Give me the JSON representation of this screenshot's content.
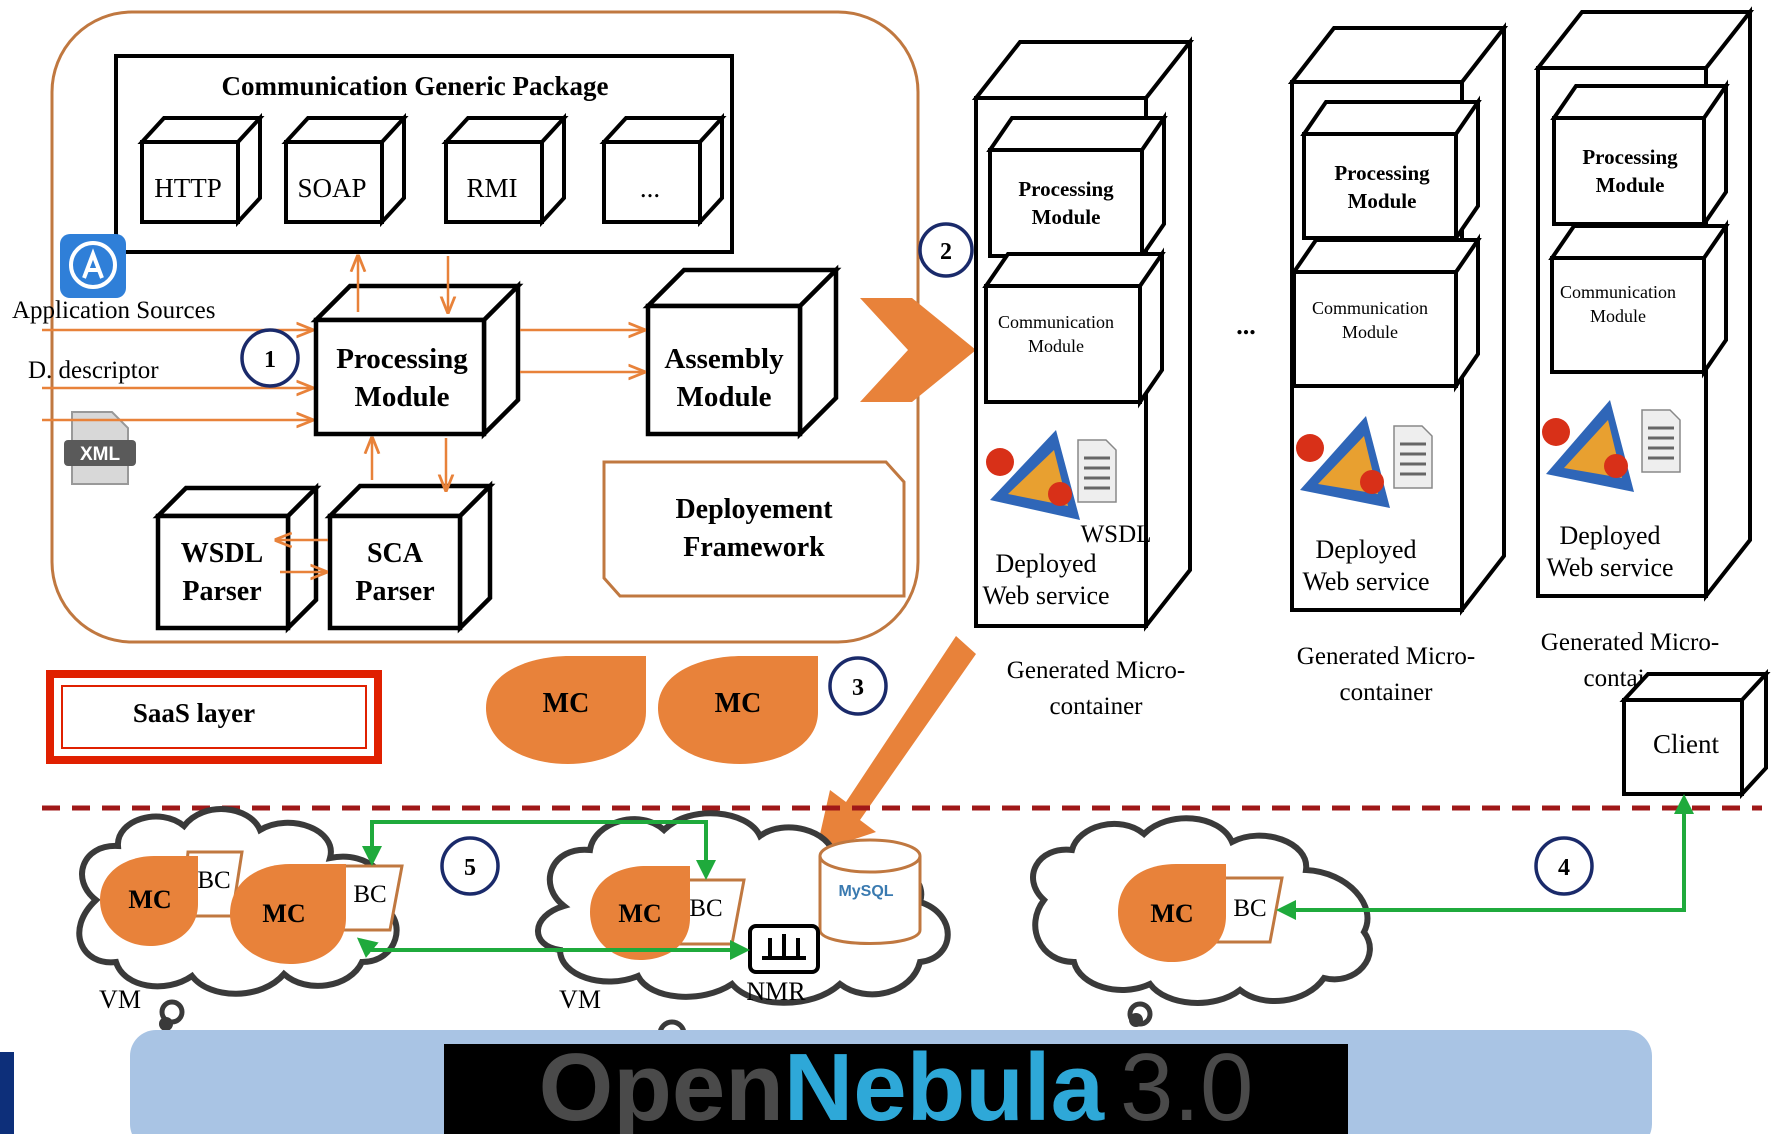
{
  "colors": {
    "accent": "#e8823a",
    "border": "#c07840",
    "green": "#1faa3c",
    "dashed": "#a01818",
    "saas_red": "#e02000",
    "circle": "#1a2a6a",
    "nebula_blue": "#2ea8d8",
    "bottom_band": "#a9c4e4"
  },
  "saas_framework": {
    "comm_package_title": "Communication Generic Package",
    "protocols": [
      "HTTP",
      "SOAP",
      "RMI",
      "..."
    ],
    "app_sources": "Application Sources",
    "descriptor": "D. descriptor",
    "xml_icon": "XML",
    "processing_module": [
      "Processing",
      "Module"
    ],
    "assembly_module": [
      "Assembly",
      "Module"
    ],
    "wsdl_parser": [
      "WSDL",
      "Parser"
    ],
    "sca_parser": [
      "SCA",
      "Parser"
    ],
    "deployment_framework": [
      "Deployement",
      "Framework"
    ],
    "saas_layer": "SaaS layer"
  },
  "steps": [
    "1",
    "2",
    "3",
    "4",
    "5"
  ],
  "mc": "MC",
  "bc": "BC",
  "containers": [
    {
      "processing": [
        "Processing",
        "Module"
      ],
      "communication": [
        "Communication",
        "Module"
      ],
      "wsdl": "WSDL",
      "deployed": [
        "Deployed",
        "Web service"
      ],
      "caption": [
        "Generated Micro-",
        "container"
      ]
    },
    {
      "processing": [
        "Processing",
        "Module"
      ],
      "communication": [
        "Communication",
        "Module"
      ],
      "deployed": [
        "Deployed",
        "Web service"
      ],
      "caption": [
        "Generated Micro-",
        "container"
      ]
    },
    {
      "processing": [
        "Processing",
        "Module"
      ],
      "communication": [
        "Communication",
        "Module"
      ],
      "deployed": [
        "Deployed",
        "Web service"
      ],
      "caption": [
        "Generated Micro-",
        "container"
      ]
    }
  ],
  "ellipsis": "...",
  "client": "Client",
  "vm": "VM",
  "nmr": "NMR",
  "mysql": "MySQL",
  "brand": {
    "open": "Open",
    "nebula": "Nebula",
    "version": "3.0"
  }
}
